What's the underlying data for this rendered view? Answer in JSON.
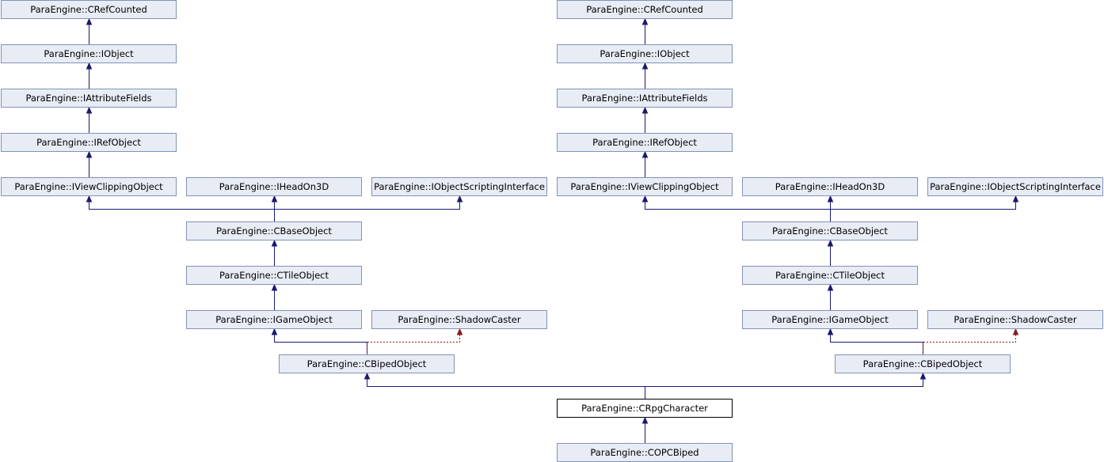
{
  "colors": {
    "node_fill": "#e8ecf5",
    "node_border": "#8491b6",
    "current_fill": "#ffffff",
    "current_border": "#000000",
    "public_edge": "#191970",
    "protected_edge": "#8b1a1a"
  },
  "nodes": {
    "l_crefcounted": "ParaEngine::CRefCounted",
    "l_iobject": "ParaEngine::IObject",
    "l_iattributefields": "ParaEngine::IAttributeFields",
    "l_irefobject": "ParaEngine::IRefObject",
    "l_iviewclippingobject": "ParaEngine::IViewClippingObject",
    "l_iheadon3d": "ParaEngine::IHeadOn3D",
    "l_iobjectscriptinginterface": "ParaEngine::IObjectScriptingInterface",
    "l_cbaseobject": "ParaEngine::CBaseObject",
    "l_ctileobject": "ParaEngine::CTileObject",
    "l_igameobject": "ParaEngine::IGameObject",
    "l_shadowcaster": "ParaEngine::ShadowCaster",
    "l_cbipedobject": "ParaEngine::CBipedObject",
    "r_crefcounted": "ParaEngine::CRefCounted",
    "r_iobject": "ParaEngine::IObject",
    "r_iattributefields": "ParaEngine::IAttributeFields",
    "r_irefobject": "ParaEngine::IRefObject",
    "r_iviewclippingobject": "ParaEngine::IViewClippingObject",
    "r_iheadon3d": "ParaEngine::IHeadOn3D",
    "r_iobjectscriptinginterface": "ParaEngine::IObjectScriptingInterface",
    "r_cbaseobject": "ParaEngine::CBaseObject",
    "r_ctileobject": "ParaEngine::CTileObject",
    "r_igameobject": "ParaEngine::IGameObject",
    "r_shadowcaster": "ParaEngine::ShadowCaster",
    "r_cbipedobject": "ParaEngine::CBipedObject",
    "crpgcharacter": "ParaEngine::CRpgCharacter",
    "copcbiped": "ParaEngine::COPCBiped"
  },
  "edges": [
    {
      "from": "l_iobject",
      "to": "l_crefcounted",
      "style": "public"
    },
    {
      "from": "l_iattributefields",
      "to": "l_iobject",
      "style": "public"
    },
    {
      "from": "l_irefobject",
      "to": "l_iattributefields",
      "style": "public"
    },
    {
      "from": "l_iviewclippingobject",
      "to": "l_irefobject",
      "style": "public"
    },
    {
      "from": "l_cbaseobject",
      "to": "l_iviewclippingobject",
      "style": "public"
    },
    {
      "from": "l_cbaseobject",
      "to": "l_iheadon3d",
      "style": "public"
    },
    {
      "from": "l_cbaseobject",
      "to": "l_iobjectscriptinginterface",
      "style": "public"
    },
    {
      "from": "l_ctileobject",
      "to": "l_cbaseobject",
      "style": "public"
    },
    {
      "from": "l_igameobject",
      "to": "l_ctileobject",
      "style": "public"
    },
    {
      "from": "l_cbipedobject",
      "to": "l_igameobject",
      "style": "public"
    },
    {
      "from": "l_cbipedobject",
      "to": "l_shadowcaster",
      "style": "protected"
    },
    {
      "from": "r_iobject",
      "to": "r_crefcounted",
      "style": "public"
    },
    {
      "from": "r_iattributefields",
      "to": "r_iobject",
      "style": "public"
    },
    {
      "from": "r_irefobject",
      "to": "r_iattributefields",
      "style": "public"
    },
    {
      "from": "r_iviewclippingobject",
      "to": "r_irefobject",
      "style": "public"
    },
    {
      "from": "r_cbaseobject",
      "to": "r_iviewclippingobject",
      "style": "public"
    },
    {
      "from": "r_cbaseobject",
      "to": "r_iheadon3d",
      "style": "public"
    },
    {
      "from": "r_cbaseobject",
      "to": "r_iobjectscriptinginterface",
      "style": "public"
    },
    {
      "from": "r_ctileobject",
      "to": "r_cbaseobject",
      "style": "public"
    },
    {
      "from": "r_igameobject",
      "to": "r_ctileobject",
      "style": "public"
    },
    {
      "from": "r_cbipedobject",
      "to": "r_igameobject",
      "style": "public"
    },
    {
      "from": "r_cbipedobject",
      "to": "r_shadowcaster",
      "style": "protected"
    },
    {
      "from": "crpgcharacter",
      "to": "l_cbipedobject",
      "style": "public"
    },
    {
      "from": "crpgcharacter",
      "to": "r_cbipedobject",
      "style": "public"
    },
    {
      "from": "copcbiped",
      "to": "crpgcharacter",
      "style": "public"
    }
  ]
}
